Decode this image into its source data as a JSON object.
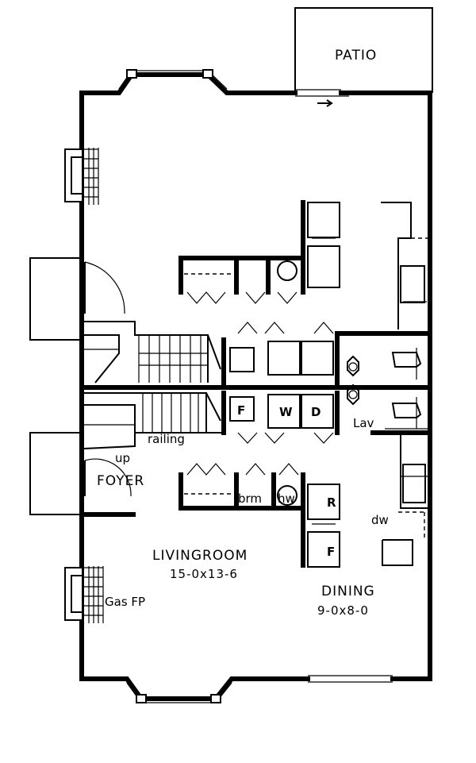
{
  "rooms": {
    "patio": "PATIO",
    "foyer": "FOYER",
    "livingroom": "LIVINGROOM",
    "livingroom_dim": "15-0x13-6",
    "dining": "DINING",
    "dining_dim": "9-0x8-0"
  },
  "labels": {
    "railing": "railing",
    "up": "up",
    "brm": "brm",
    "hw": "hw",
    "lav": "Lav",
    "dw": "dw",
    "gas_fp": "Gas FP"
  },
  "appliances": {
    "freezer_upper": "F",
    "washer": "W",
    "dryer": "D",
    "refrigerator": "R",
    "freezer_lower": "F"
  }
}
